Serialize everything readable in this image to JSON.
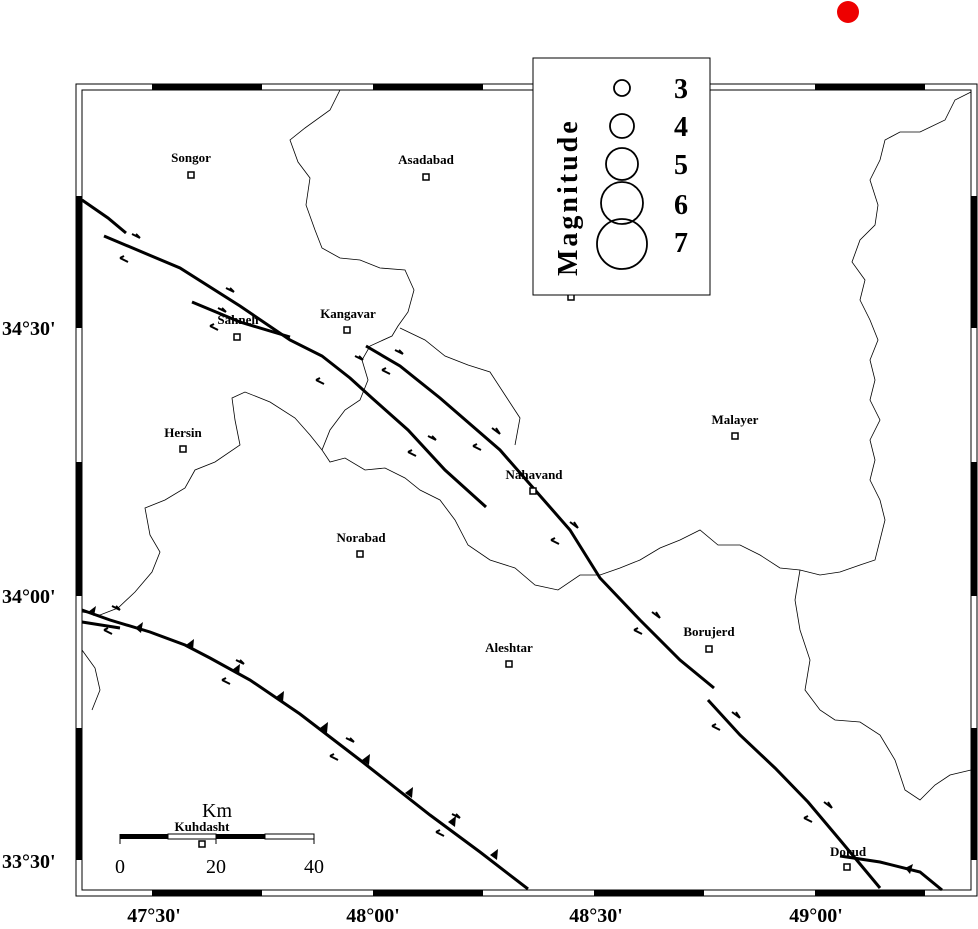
{
  "map": {
    "cities": [
      {
        "name": "Songor"
      },
      {
        "name": "Asadabad"
      },
      {
        "name": "Kangavar"
      },
      {
        "name": "Sahneh"
      },
      {
        "name": "Hersin"
      },
      {
        "name": "Malayer"
      },
      {
        "name": "Nahavand"
      },
      {
        "name": "Norabad"
      },
      {
        "name": "Borujerd"
      },
      {
        "name": "Aleshtar"
      },
      {
        "name": "Kuhdasht"
      },
      {
        "name": "Dorud"
      }
    ],
    "lat_labels": [
      "34°30'",
      "34°00'",
      "33°30'"
    ],
    "lon_labels": [
      "47°30'",
      "48°00'",
      "48°30'",
      "49°00'"
    ],
    "event_color": "#ee0000",
    "fault_color": "#000000"
  },
  "legend": {
    "title": "Magnitude",
    "items": [
      "3",
      "4",
      "5",
      "6",
      "7"
    ]
  },
  "scale_bar": {
    "unit": "Km",
    "ticks": [
      "0",
      "20",
      "40"
    ]
  }
}
